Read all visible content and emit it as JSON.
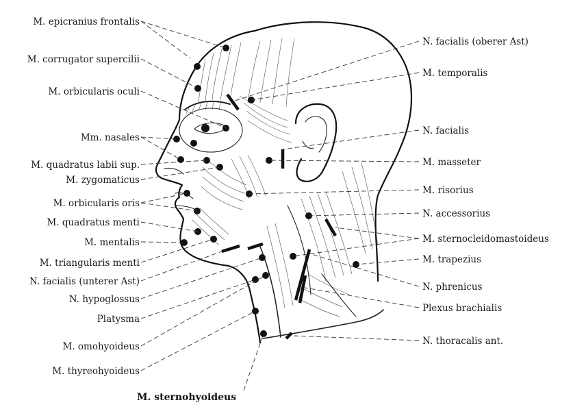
{
  "labels_left": [
    "M. epicranius frontalis",
    "M. corrugator supercilii",
    "M. orbicularis oculi",
    "Mm. nasales",
    "M. quadratus labii sup.",
    "M. zygomaticus",
    "M. orbicularis oris",
    "M. quadratus menti",
    "M. mentalis",
    "M. triangularis menti",
    "N. facialis (unterer Ast)",
    "N. hypoglossus",
    "Platysma",
    "M. omohyoideus",
    "M. thyreohyoideus"
  ],
  "labels_right": [
    "N. facialis (oberer Ast)",
    "M. temporalis",
    "N. facialis",
    "M. masseter",
    "M. risorius",
    "N. accessorius",
    "M. sternocleidomastoideus",
    "M. trapezius",
    "N. phrenicus",
    "Plexus brachialis",
    "N. thoracalis ant."
  ],
  "label_bottom": "M. sternohyoideus"
}
